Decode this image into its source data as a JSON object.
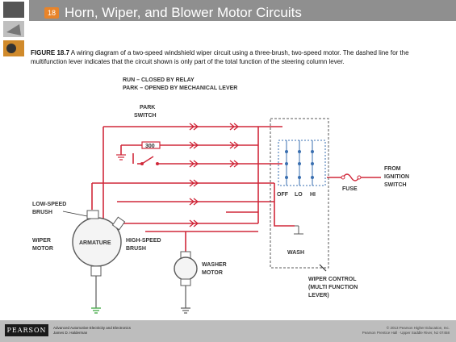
{
  "header": {
    "chapter_number": "18",
    "title": "Horn, Wiper, and Blower Motor Circuits"
  },
  "caption": {
    "label": "FIGURE 18.7",
    "text": "A wiring diagram of a two-speed windshield wiper circuit using a three-brush, two-speed motor. The dashed line for the multifunction lever indicates that the circuit shown is only part of the total function of the steering column lever."
  },
  "diagram": {
    "legend_line1": "RUN – CLOSED BY RELAY",
    "legend_line2": "PARK – OPENED BY MECHANICAL LEVER",
    "park_switch_1": "PARK",
    "park_switch_2": "SWITCH",
    "resistor_value": "300",
    "off": "OFF",
    "lo": "LO",
    "hi": "HI",
    "fuse": "FUSE",
    "from_1": "FROM",
    "from_2": "IGNITION",
    "from_3": "SWITCH",
    "low_speed_1": "LOW-SPEED",
    "low_speed_2": "BRUSH",
    "wiper_motor_1": "WIPER",
    "wiper_motor_2": "MOTOR",
    "armature": "ARMATURE",
    "high_speed_1": "HIGH-SPEED",
    "high_speed_2": "BRUSH",
    "washer_1": "WASHER",
    "washer_2": "MOTOR",
    "wash": "WASH",
    "wiper_control_1": "WIPER CONTROL",
    "wiper_control_2": "(MULTI FUNCTION",
    "wiper_control_3": "LEVER)"
  },
  "footer": {
    "logo": "PEARSON",
    "book_line1": "Advanced Automotive Electricity and Electronics",
    "book_line2": "James D. Halderman",
    "copyright_line1": "© 2013 Pearson Higher Education, Inc.",
    "copyright_line2": "Pearson Prentice Hall · Upper Saddle River, NJ 07458"
  },
  "colors": {
    "wire": "#d0283a",
    "outline": "#5a5a5a",
    "ground": "#4caf50",
    "switch_box": "#3a6fb0",
    "header_band": "#8f8f8f",
    "footer_band": "#bdbdbd"
  }
}
